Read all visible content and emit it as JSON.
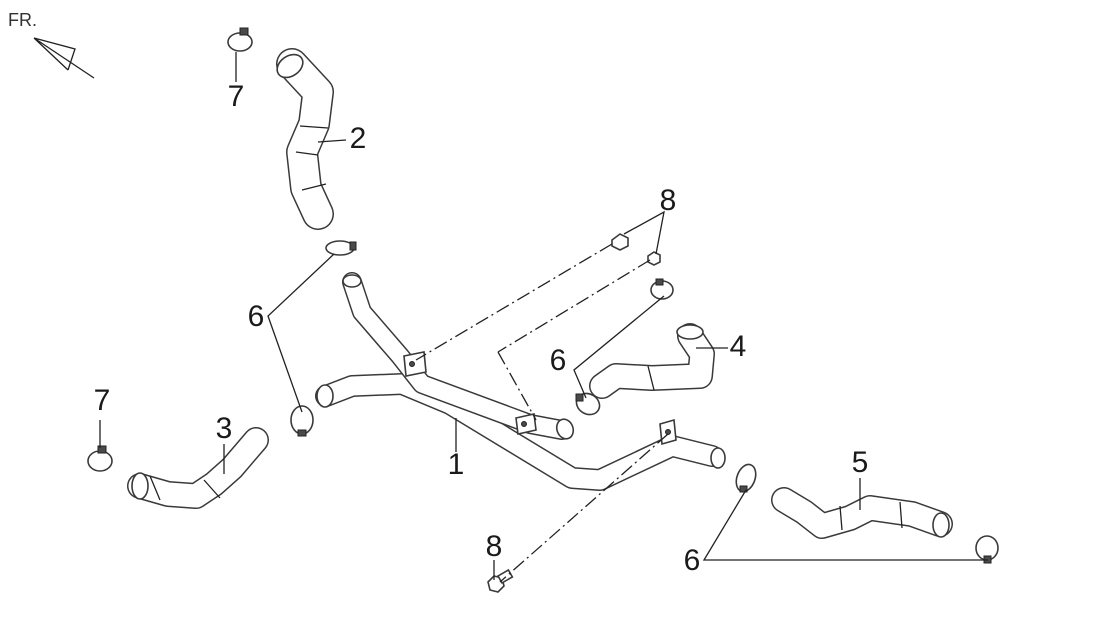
{
  "orientation": {
    "text": "FR."
  },
  "callouts": {
    "pipe_assembly": "1",
    "upper_hose": "2",
    "left_hose": "3",
    "right_hose": "4",
    "lower_right_hose": "5",
    "hose_clamp": "6",
    "hose_clamp_small": "7",
    "bolt": "8"
  },
  "colors": {
    "line": "#3a3a3a",
    "fill": "#ffffff",
    "text": "#1a1a1a"
  }
}
